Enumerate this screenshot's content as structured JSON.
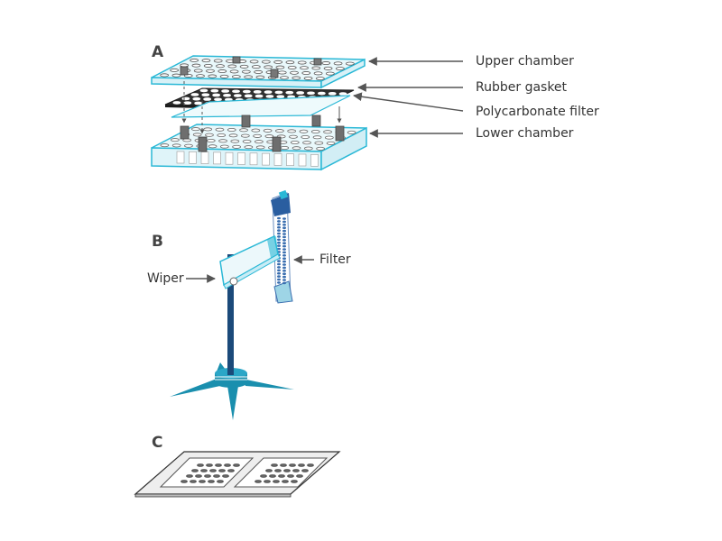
{
  "panels": {
    "a": "A",
    "b": "B",
    "c": "C"
  },
  "labels": {
    "upper_chamber": "Upper chamber",
    "rubber_gasket": "Rubber gasket",
    "polycarbonate_filter": "Polycarbonate filter",
    "lower_chamber": "Lower chamber",
    "wiper": "Wiper",
    "filter": "Filter"
  },
  "colors": {
    "chamber_outline": "#2ab8d6",
    "chamber_fill": "#e9f8fb",
    "gasket": "#2f2f2f",
    "stand": "#1b4a7a",
    "stand_base": "#1a8fae",
    "filter_strip": "#3b6fb0",
    "arrow": "#555555"
  }
}
